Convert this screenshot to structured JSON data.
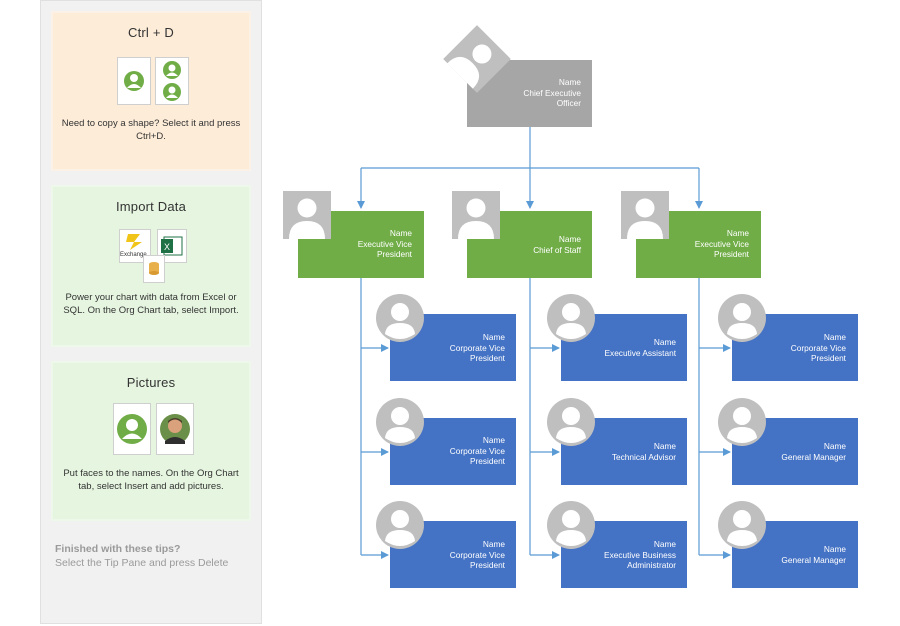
{
  "tips": [
    {
      "title": "Ctrl + D",
      "body": "Need to copy a shape? Select it and press Ctrl+D."
    },
    {
      "title": "Import Data",
      "body": "Power your chart with data from Excel or SQL. On the Org Chart tab, select Import.",
      "thumb_label": "Exchange"
    },
    {
      "title": "Pictures",
      "body": "Put faces to the names. On the Org Chart tab, select Insert and add pictures."
    }
  ],
  "finished": {
    "heading": "Finished with these tips?",
    "text": "Select the Tip Pane and press Delete"
  },
  "colors": {
    "ceo_box": "#a6a6a6",
    "vp_box": "#70ad47",
    "staff_box": "#4472c4",
    "connector": "#5b9bd5",
    "avatar": "#bfbfbf"
  },
  "org": {
    "ceo": {
      "name": "Name",
      "title1": "Chief Executive",
      "title2": "Officer"
    },
    "level2": [
      {
        "name": "Name",
        "title1": "Executive Vice",
        "title2": "President"
      },
      {
        "name": "Name",
        "title1": "Chief of Staff",
        "title2": ""
      },
      {
        "name": "Name",
        "title1": "Executive Vice",
        "title2": "President"
      }
    ],
    "level3": [
      [
        {
          "name": "Name",
          "title1": "Corporate Vice",
          "title2": "President"
        },
        {
          "name": "Name",
          "title1": "Corporate Vice",
          "title2": "President"
        },
        {
          "name": "Name",
          "title1": "Corporate Vice",
          "title2": "President"
        }
      ],
      [
        {
          "name": "Name",
          "title1": "Executive Assistant",
          "title2": ""
        },
        {
          "name": "Name",
          "title1": "Technical Advisor",
          "title2": ""
        },
        {
          "name": "Name",
          "title1": "Executive Business",
          "title2": "Administrator"
        }
      ],
      [
        {
          "name": "Name",
          "title1": "Corporate Vice",
          "title2": "President"
        },
        {
          "name": "Name",
          "title1": "General Manager",
          "title2": ""
        },
        {
          "name": "Name",
          "title1": "General Manager",
          "title2": ""
        }
      ]
    ]
  }
}
